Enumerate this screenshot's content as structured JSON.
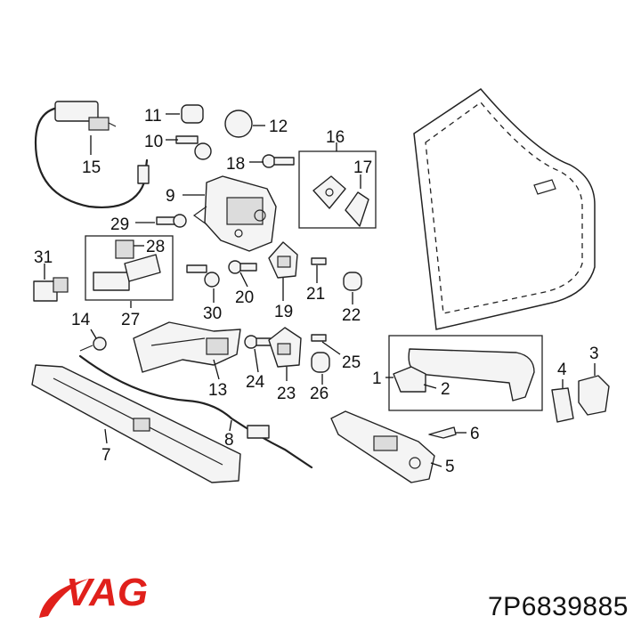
{
  "callouts": {
    "c1": "1",
    "c2": "2",
    "c3": "3",
    "c4": "4",
    "c5": "5",
    "c6": "6",
    "c7": "7",
    "c8": "8",
    "c9": "9",
    "c10": "10",
    "c11": "11",
    "c12": "12",
    "c13": "13",
    "c14": "14",
    "c15": "15",
    "c16": "16",
    "c17": "17",
    "c18": "18",
    "c19": "19",
    "c20": "20",
    "c21": "21",
    "c22": "22",
    "c23": "23",
    "c24": "24",
    "c25": "25",
    "c26": "26",
    "c27": "27",
    "c28": "28",
    "c29": "29",
    "c30": "30",
    "c31": "31"
  },
  "brand": {
    "logo_text": "VAG",
    "logo_color": "#e0201b",
    "swoosh_color": "#e0201b"
  },
  "part_number": "7P6839885"
}
